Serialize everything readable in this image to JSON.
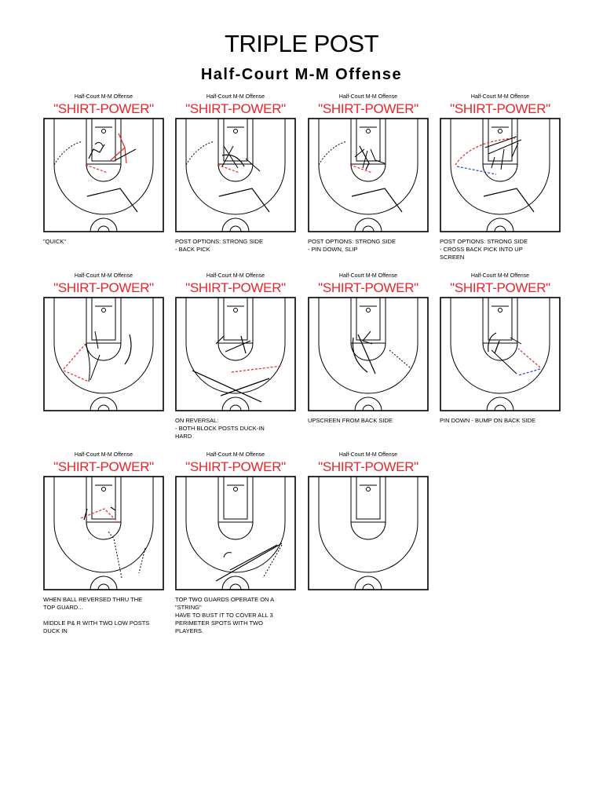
{
  "title": "TRIPLE POST",
  "subtitle": "Half-Court M-M Offense",
  "colors": {
    "red": "#e8262c",
    "blue": "#2a3fd8"
  },
  "diagrams": [
    {
      "header": "Half-Court M-M Offense",
      "name": "\"SHIRT-POWER\"",
      "caption": "\"QUICK\""
    },
    {
      "header": "Half-Court M-M Offense",
      "name": "\"SHIRT-POWER\"",
      "caption": "POST OPTIONS: STRONG SIDE\n- BACK PICK"
    },
    {
      "header": "Half-Court M-M Offense",
      "name": "\"SHIRT-POWER\"",
      "caption": "POST OPTIONS: STRONG SIDE\n- PIN DOWN, SLIP"
    },
    {
      "header": "Half-Court M-M Offense",
      "name": "\"SHIRT-POWER\"",
      "caption": "POST OPTIONS: STRONG SIDE\n- CROSS BACK PICK INTO UP\nSCREEN"
    },
    {
      "header": "Half-Court M-M Offense",
      "name": "\"SHIRT-POWER\"",
      "caption": ""
    },
    {
      "header": "Half-Court M-M Offense",
      "name": "\"SHIRT-POWER\"",
      "caption": "ON REVERSAL:\n- BOTH BLOCK POSTS DUCK-IN\nHARD"
    },
    {
      "header": "Half-Court M-M Offense",
      "name": "\"SHIRT-POWER\"",
      "caption": "UPSCREEN FROM BACK SIDE"
    },
    {
      "header": "Half-Court M-M Offense",
      "name": "\"SHIRT-POWER\"",
      "caption": "PIN DOWN - BUMP ON BACK SIDE"
    },
    {
      "header": "Half-Court M-M Offense",
      "name": "\"SHIRT-POWER\"",
      "caption": "WHEN BALL REVERSED THRU THE\nTOP GUARD...\n\nMIDDLE P& R WITH TWO LOW POSTS\nDUCK IN"
    },
    {
      "header": "Half-Court M-M Offense",
      "name": "\"SHIRT-POWER\"",
      "caption": "TOP TWO GUARDS OPERATE ON A\n\"STRING\"\nHAVE TO BUST IT TO COVER ALL 3\nPERIMETER SPOTS WITH TWO\nPLAYERS."
    },
    {
      "header": "Half-Court M-M Offense",
      "name": "\"SHIRT-POWER\"",
      "caption": ""
    }
  ]
}
